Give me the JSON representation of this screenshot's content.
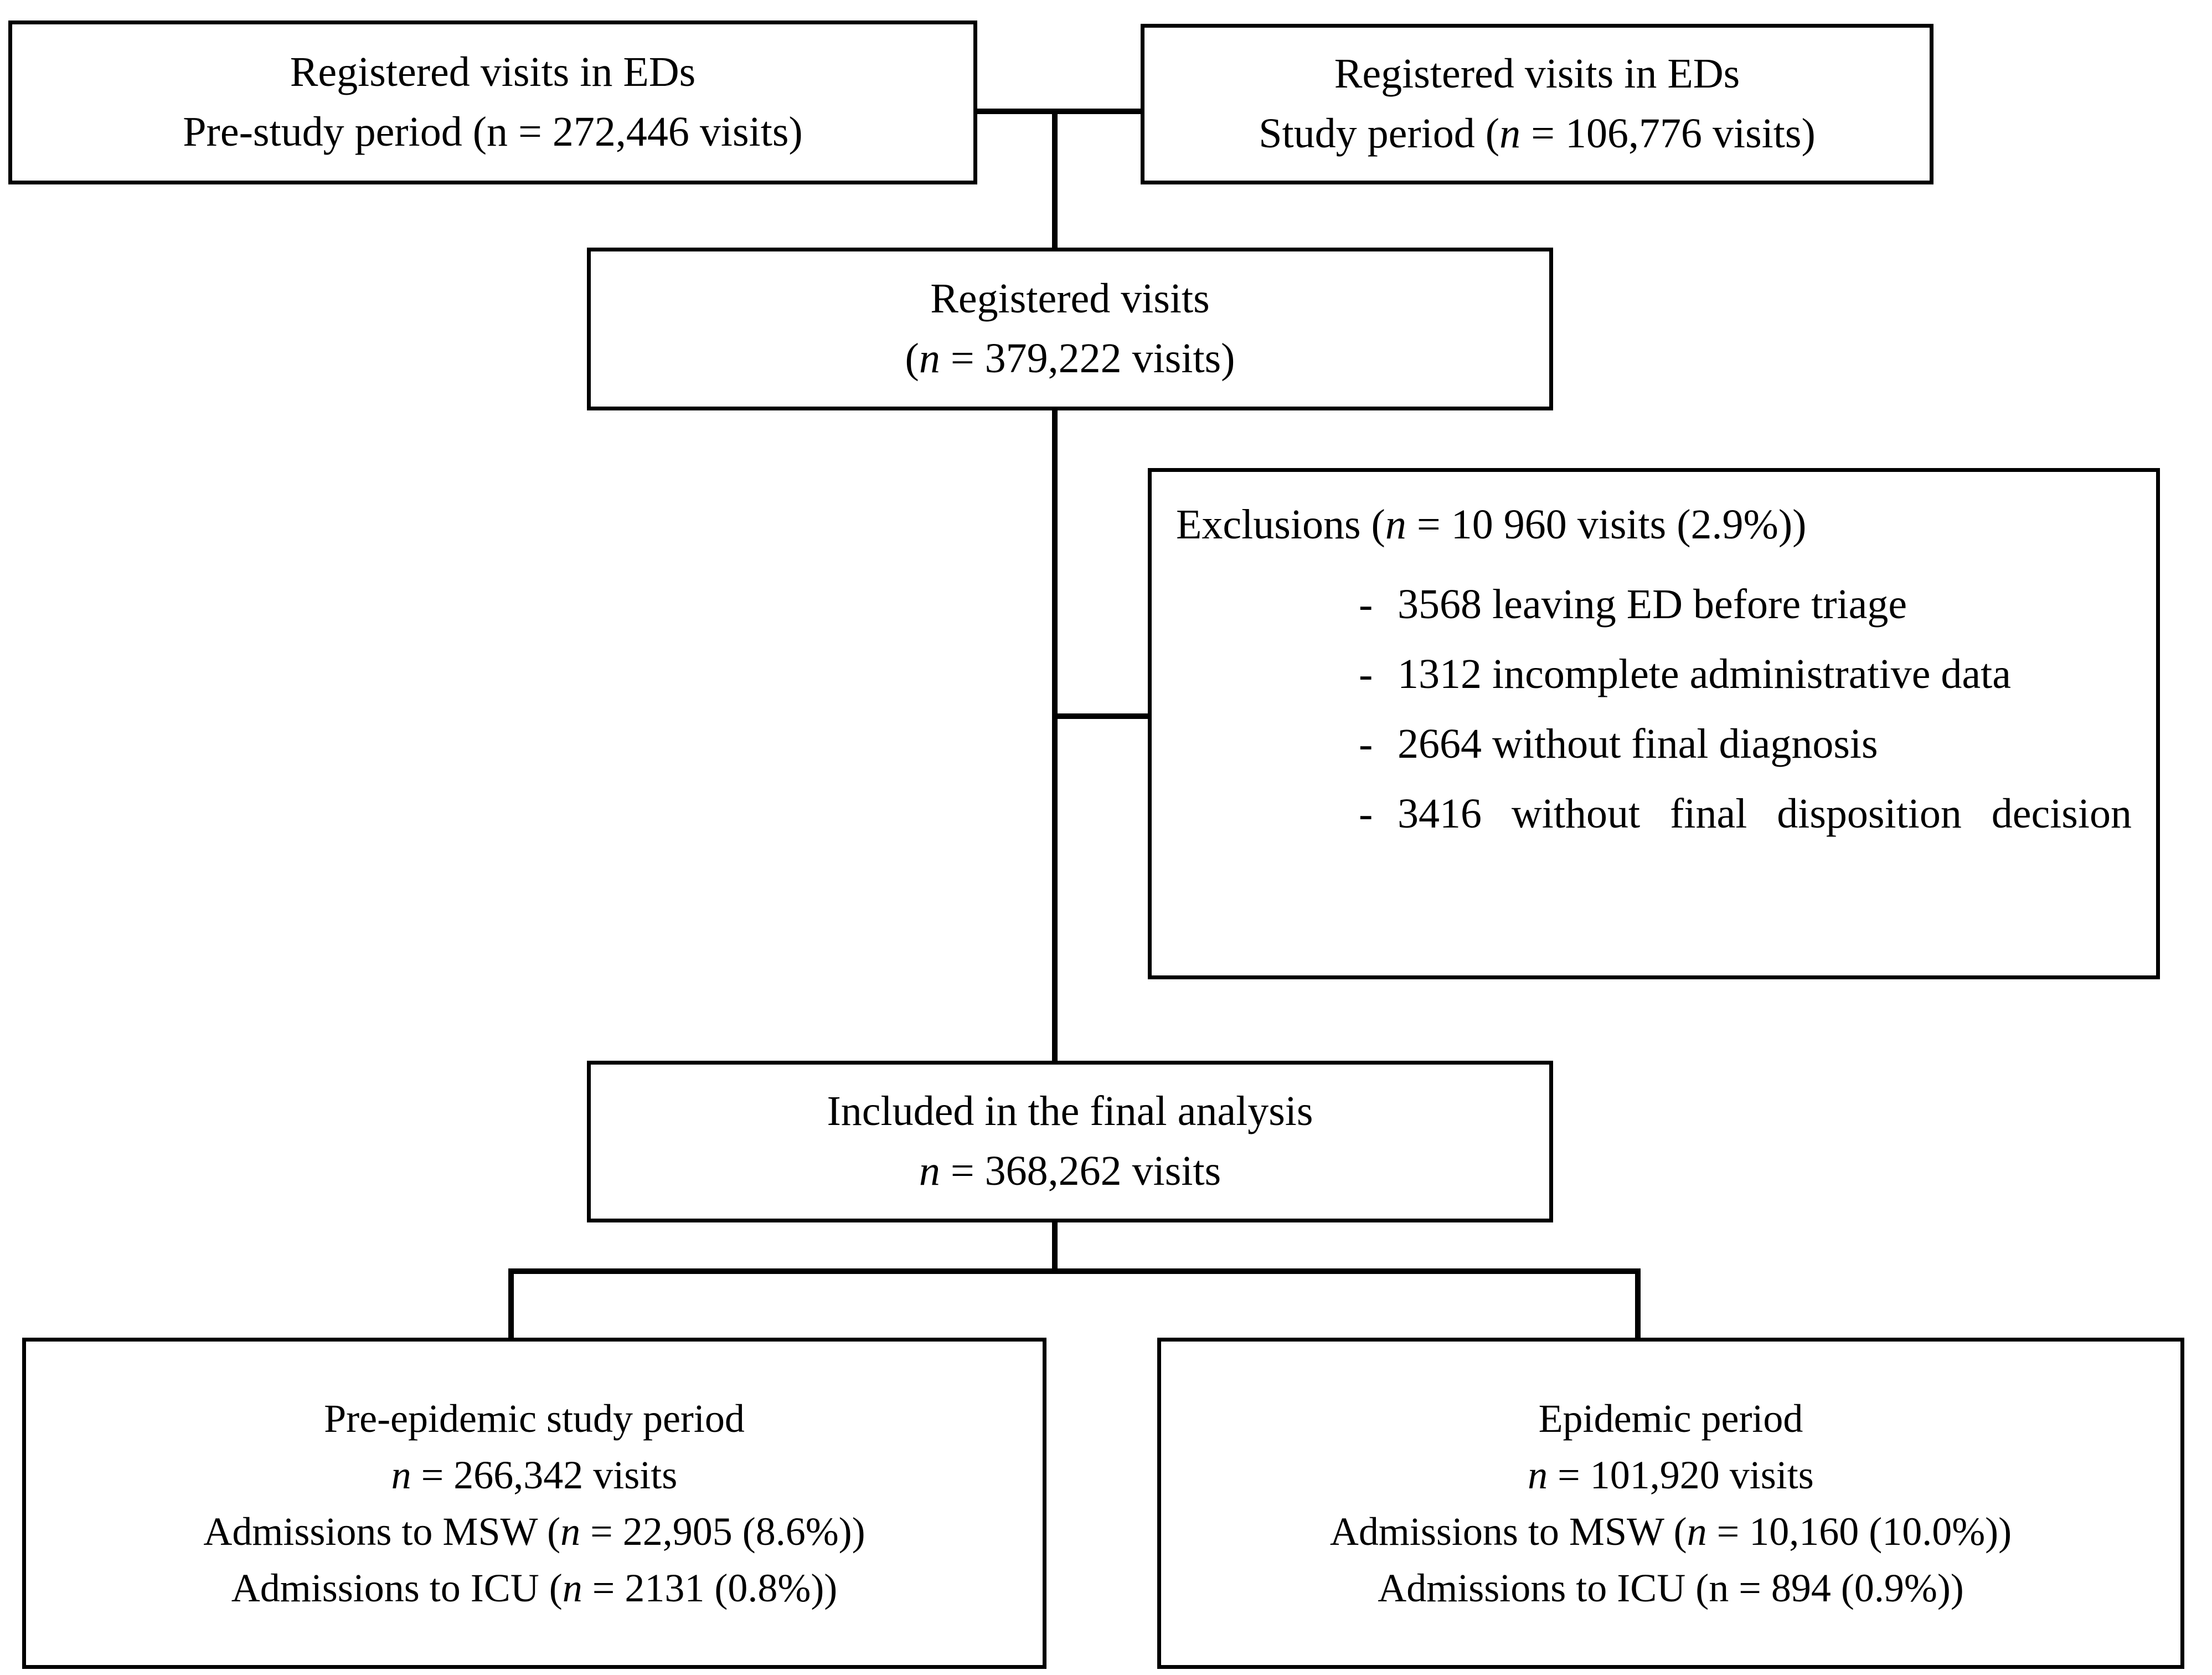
{
  "chart_data": {
    "type": "diagram",
    "title": "Study flow diagram of emergency department visits",
    "nodes": [
      {
        "id": "pre_study_registered",
        "label": "Registered visits in EDs / Pre-study period",
        "n": 272446,
        "unit": "visits"
      },
      {
        "id": "study_registered",
        "label": "Registered visits in EDs / Study period",
        "n": 106776,
        "unit": "visits"
      },
      {
        "id": "registered_total",
        "label": "Registered visits",
        "n": 379222,
        "unit": "visits"
      },
      {
        "id": "exclusions",
        "label": "Exclusions",
        "n": 10960,
        "unit": "visits",
        "percent": 2.9
      },
      {
        "id": "excl_left_before_triage",
        "label": "leaving ED before triage",
        "n": 3568
      },
      {
        "id": "excl_incomplete_admin",
        "label": "incomplete administrative data",
        "n": 1312
      },
      {
        "id": "excl_no_final_dx",
        "label": "without final diagnosis",
        "n": 2664
      },
      {
        "id": "excl_no_disposition",
        "label": "without final disposition decision",
        "n": 3416
      },
      {
        "id": "included",
        "label": "Included in the final analysis",
        "n": 368262,
        "unit": "visits"
      },
      {
        "id": "pre_epidemic",
        "label": "Pre-epidemic study period",
        "n": 266342,
        "unit": "visits",
        "msw": 22905,
        "msw_pct": 8.6,
        "icu": 2131,
        "icu_pct": 0.8
      },
      {
        "id": "epidemic",
        "label": "Epidemic period",
        "n": 101920,
        "unit": "visits",
        "msw": 10160,
        "msw_pct": 10.0,
        "icu": 894,
        "icu_pct": 0.9
      }
    ],
    "edges": [
      {
        "from": "pre_study_registered",
        "to": "registered_total"
      },
      {
        "from": "study_registered",
        "to": "registered_total"
      },
      {
        "from": "registered_total",
        "to": "exclusions"
      },
      {
        "from": "registered_total",
        "to": "included"
      },
      {
        "from": "included",
        "to": "pre_epidemic"
      },
      {
        "from": "included",
        "to": "epidemic"
      }
    ]
  },
  "boxes": {
    "pre_study": {
      "line1": "Registered visits in EDs",
      "line2_prefix": "Pre-study period (n",
      "line2_suffix": " = 272,446 visits)"
    },
    "study": {
      "line1": "Registered visits in EDs",
      "line2_prefix": "Study period (",
      "line2_italic": "n",
      "line2_suffix": " = 106,776 visits)"
    },
    "registered": {
      "line1": "Registered visits",
      "line2_prefix": "(",
      "line2_italic": "n",
      "line2_suffix": " = 379,222 visits)"
    },
    "exclusions": {
      "header_prefix": "Exclusions (",
      "header_italic": "n",
      "header_suffix": " = 10 960 visits (2.9%))",
      "bullet": "-",
      "items": [
        "3568 leaving ED before triage",
        "1312 incomplete administrative data",
        "2664 without final diagnosis",
        "3416 without final disposition decision"
      ]
    },
    "included": {
      "line1": "Included in the final analysis",
      "line2_italic": "n",
      "line2_suffix": " = 368,262 visits"
    },
    "pre_epidemic": {
      "line1": "Pre-epidemic study period",
      "line2_italic": "n",
      "line2_suffix": " = 266,342 visits",
      "line3_prefix": "Admissions to MSW (",
      "line3_italic": "n",
      "line3_suffix": " = 22,905 (8.6%))",
      "line4_prefix": "Admissions to ICU (",
      "line4_italic": "n",
      "line4_suffix": " = 2131 (0.8%))"
    },
    "epidemic": {
      "line1": "Epidemic period",
      "line2_italic": "n",
      "line2_suffix": " = 101,920 visits",
      "line3_prefix": "Admissions to MSW (",
      "line3_italic": "n",
      "line3_suffix": " = 10,160 (10.0%))",
      "line4_prefix": "Admissions to ICU (n",
      "line4_suffix": " = 894 (0.9%))"
    }
  },
  "colors": {
    "stroke": "#000000",
    "background": "#ffffff",
    "text": "#000000"
  }
}
